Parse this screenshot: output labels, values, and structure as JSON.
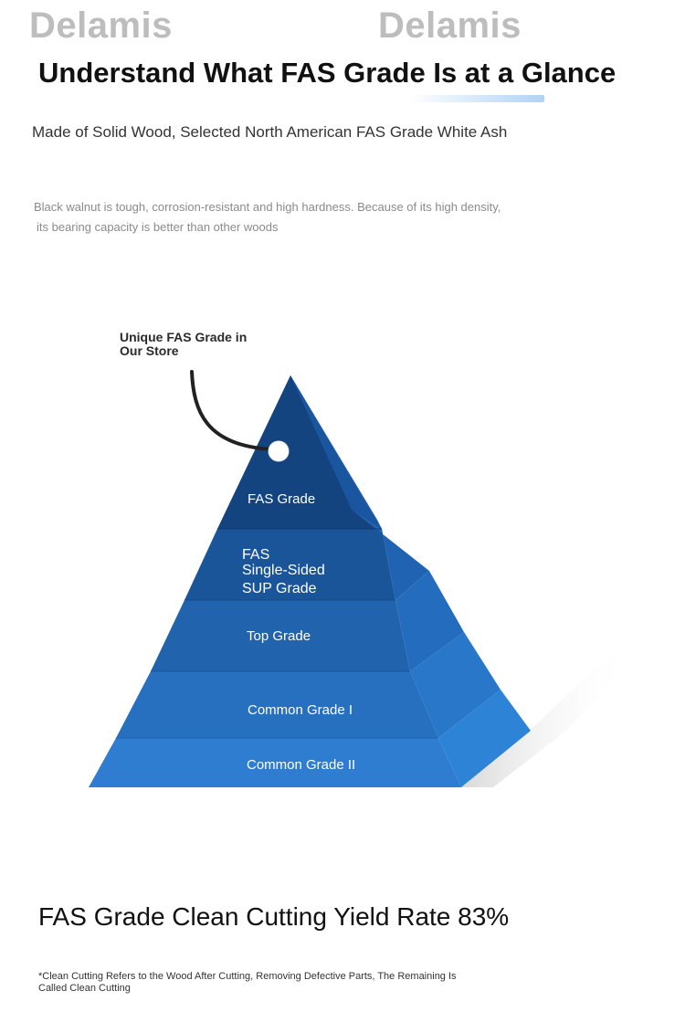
{
  "watermarks": [
    "Delamis",
    "Delamis"
  ],
  "headline": "Understand What FAS Grade Is at a Glance",
  "subheadline": "Made of Solid Wood, Selected North American FAS Grade White Ash",
  "description_line1": "Black walnut is tough, corrosion-resistant and high hardness. Because of its high density,",
  "description_line2": "its bearing capacity is better than other woods",
  "callout": {
    "line1": "Unique FAS Grade in",
    "line2": "Our Store"
  },
  "pyramid": {
    "tiers": [
      {
        "label": "FAS Grade"
      },
      {
        "label_lines": [
          "FAS",
          "Single-Sided",
          "SUP Grade"
        ]
      },
      {
        "label": "Top Grade"
      },
      {
        "label": "Common Grade I"
      },
      {
        "label": "Common Grade II"
      }
    ],
    "colors": {
      "front_light": "#2f86db",
      "front_dark": "#123f7d",
      "side_light": "#2a7fd4",
      "side_dark": "#164f95",
      "marker": "#ffffff",
      "leader": "#222222"
    }
  },
  "yield_statement": "FAS Grade Clean Cutting Yield Rate 83%",
  "footnote_line1": "*Clean Cutting Refers to the Wood After Cutting, Removing Defective Parts, The Remaining Is",
  "footnote_line2": "Called Clean Cutting"
}
